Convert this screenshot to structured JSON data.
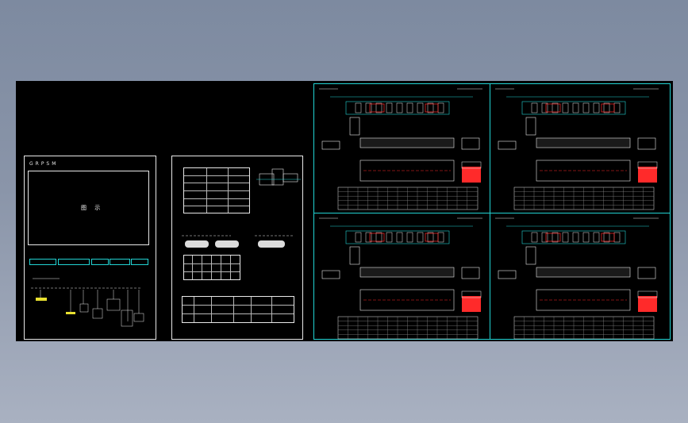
{
  "sheet1": {
    "title": "GRPSM",
    "screen_label": "图 示",
    "chips": [
      "",
      "",
      "",
      "",
      "",
      ""
    ],
    "model_heading": "",
    "model_code": ""
  },
  "sheet2": {
    "heading": "",
    "notes": []
  },
  "drawings": {
    "count": 4
  },
  "colors": {
    "background": "#000000",
    "line": "#e8e8e8",
    "cyan": "#22d3d3",
    "red": "#ff2a2a",
    "yellow": "#e8e030"
  }
}
